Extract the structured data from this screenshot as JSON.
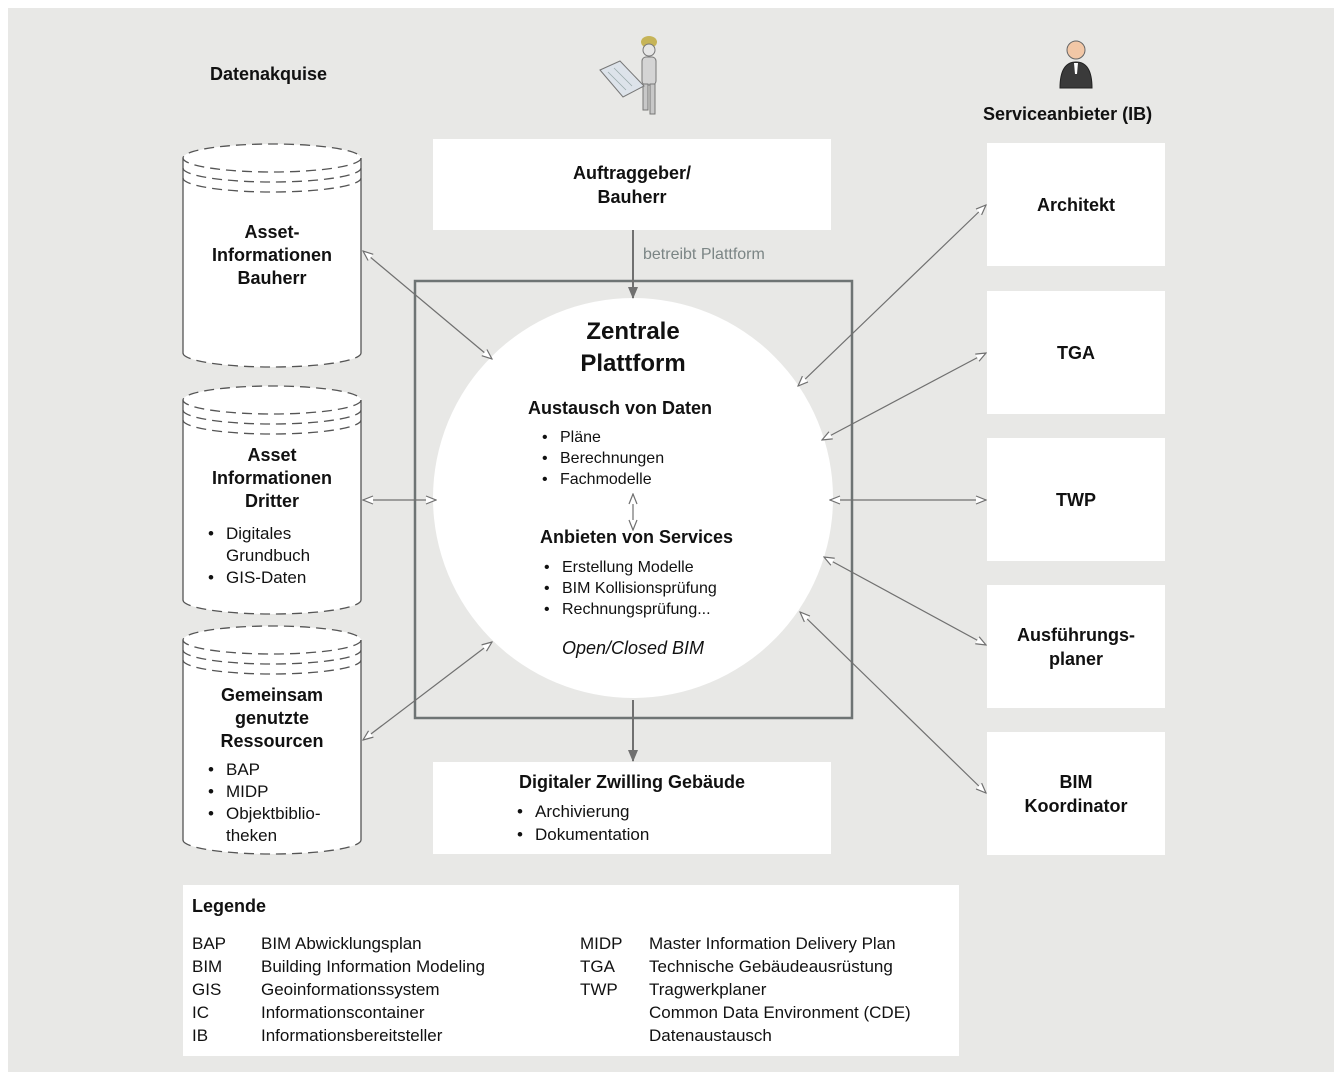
{
  "headers": {
    "left": "Datenakquise",
    "right": "Serviceanbieter (IB)"
  },
  "client_box": {
    "title": "Auftraggeber/ Bauherr",
    "edge_label": "betreibt Plattform"
  },
  "center": {
    "title": "Zentrale Plattform",
    "exchange_title": "Austausch von Daten",
    "exchange_items": [
      "Pläne",
      "Berechnungen",
      "Fachmodelle"
    ],
    "services_title": "Anbieten von Services",
    "services_items": [
      "Erstellung Modelle",
      "BIM Kollisionsprüfung",
      "Rechnungsprüfung..."
    ],
    "footer": "Open/Closed BIM"
  },
  "cylinders": [
    {
      "title": "Asset- Informationen Bauherr",
      "items": []
    },
    {
      "title": "Asset Informationen Dritter",
      "items": [
        "Digitales Grundbuch",
        "GIS-Daten"
      ]
    },
    {
      "title": "Gemeinsam genutzte Ressourcen",
      "items": [
        "BAP",
        "MIDP",
        "Objektbiblio- theken"
      ]
    }
  ],
  "providers": [
    "Architekt",
    "TGA",
    "TWP",
    "Ausführungs- planer",
    "BIM Koordinator"
  ],
  "twin_box": {
    "title": "Digitaler Zwilling Gebäude",
    "items": [
      "Archivierung",
      "Dokumentation"
    ]
  },
  "legend": {
    "title": "Legende",
    "left": [
      {
        "abbr": "BAP",
        "text": "BIM Abwicklungsplan"
      },
      {
        "abbr": "BIM",
        "text": "Building Information Modeling"
      },
      {
        "abbr": "GIS",
        "text": "Geoinformationssystem"
      },
      {
        "abbr": "IC",
        "text": "Informationscontainer"
      },
      {
        "abbr": "IB",
        "text": "Informationsbereitsteller"
      }
    ],
    "right": [
      {
        "abbr": "MIDP",
        "text": "Master Information Delivery Plan"
      },
      {
        "abbr": "TGA",
        "text": "Technische Gebäudeausrüstung"
      },
      {
        "abbr": "TWP",
        "text": "Tragwerkplaner"
      },
      {
        "abbr": "",
        "text": "Common Data Environment (CDE)"
      },
      {
        "abbr": "",
        "text": "Datenaustausch"
      }
    ]
  },
  "colors": {
    "background": "#e8e8e6",
    "arrow": "#707070",
    "box": "#ffffff"
  }
}
